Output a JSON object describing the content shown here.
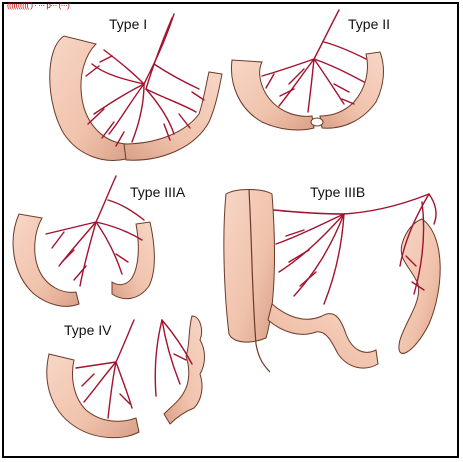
{
  "caption_fragment": "(((((((((( ) · ··· p··· (···)",
  "colors": {
    "bowel_fill": "#f3c9b4",
    "bowel_shadow": "#d99e86",
    "bowel_outline": "#6b3a2a",
    "vessel": "#a3122e",
    "label_text": "#111111",
    "frame": "#000000"
  },
  "panels": [
    {
      "id": "type-1",
      "label": "Type I"
    },
    {
      "id": "type-2",
      "label": "Type II"
    },
    {
      "id": "type-3a",
      "label": "Type IIIA"
    },
    {
      "id": "type-3b",
      "label": "Type IIIB"
    },
    {
      "id": "type-4",
      "label": "Type IV"
    }
  ]
}
